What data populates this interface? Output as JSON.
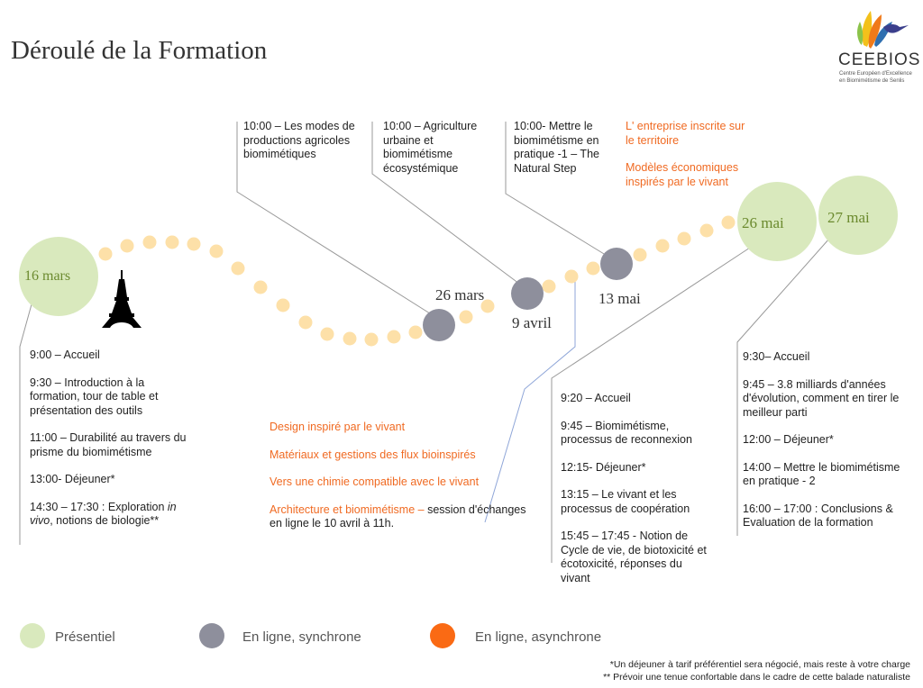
{
  "title": "Déroulé de la Formation",
  "logo": {
    "name": "CEEBIOS",
    "subtitle_line1": "Centre Européen d'Excellence",
    "subtitle_line2": "en Biomimétisme de Senlis"
  },
  "dates": {
    "d16mars": "16 mars",
    "d26mars": "26 mars",
    "d9avril": "9 avril",
    "d13mai": "13 mai",
    "d26mai": "26 mai",
    "d27mai": "27 mai"
  },
  "top_notes": {
    "n1": "10:00 –  Les modes de productions agricoles biomimétiques",
    "n2": "10:00 – Agriculture urbaine et biomimétisme écosystémique",
    "n3": "10:00- Mettre le biomimétisme en pratique -1 – The Natural Step",
    "n4a": "L' entreprise inscrite sur le territoire",
    "n4b": "Modèles économiques inspirés par le vivant"
  },
  "day1": [
    "9:00 – Accueil",
    "9:30 – Introduction à la formation, tour de table et présentation des outils",
    "11:00 – Durabilité au travers du prisme du biomimétisme",
    "13:00- Déjeuner*"
  ],
  "day1_last": {
    "prefix": "14:30 – 17:30 : Exploration ",
    "italic": "in vivo",
    "suffix": ", notions de biologie**"
  },
  "async": {
    "a1": "Design inspiré par le vivant",
    "a2": "Matériaux et gestions des flux bioinspirés",
    "a3": "Vers une chimie compatible avec le vivant",
    "a4_orange": "Architecture et biomimétisme – ",
    "a4_black": "session d'échanges en ligne le 10 avril à 11h."
  },
  "day26mai": [
    "9:20 – Accueil",
    "9:45 – Biomimétisme, processus de reconnexion",
    "12:15- Déjeuner*",
    "13:15 – Le vivant et les processus de coopération",
    "15:45 – 17:45 - Notion de Cycle de vie, de biotoxicité et écotoxicité, réponses du vivant"
  ],
  "day27mai": [
    "9:30– Accueil",
    "9:45 – 3.8 milliards d'années d'évolution, comment en tirer le meilleur parti",
    "12:00 – Déjeuner*",
    "14:00 – Mettre le biomimétisme en pratique - 2",
    "16:00 – 17:00 : Conclusions & Evaluation de la formation"
  ],
  "legend": {
    "presentiel": "Présentiel",
    "synchrone": "En ligne, synchrone",
    "asynchrone": "En ligne, asynchrone"
  },
  "colors": {
    "presentiel": "#d9e9bd",
    "synchrone": "#8e8f9c",
    "asynchrone": "#fa6a14",
    "dots": "#fde0a8"
  },
  "footnotes": {
    "f1": "*Un déjeuner à tarif préférentiel sera négocié, mais reste à votre charge",
    "f2": "** Prévoir une tenue confortable dans le cadre de cette balade naturaliste"
  }
}
